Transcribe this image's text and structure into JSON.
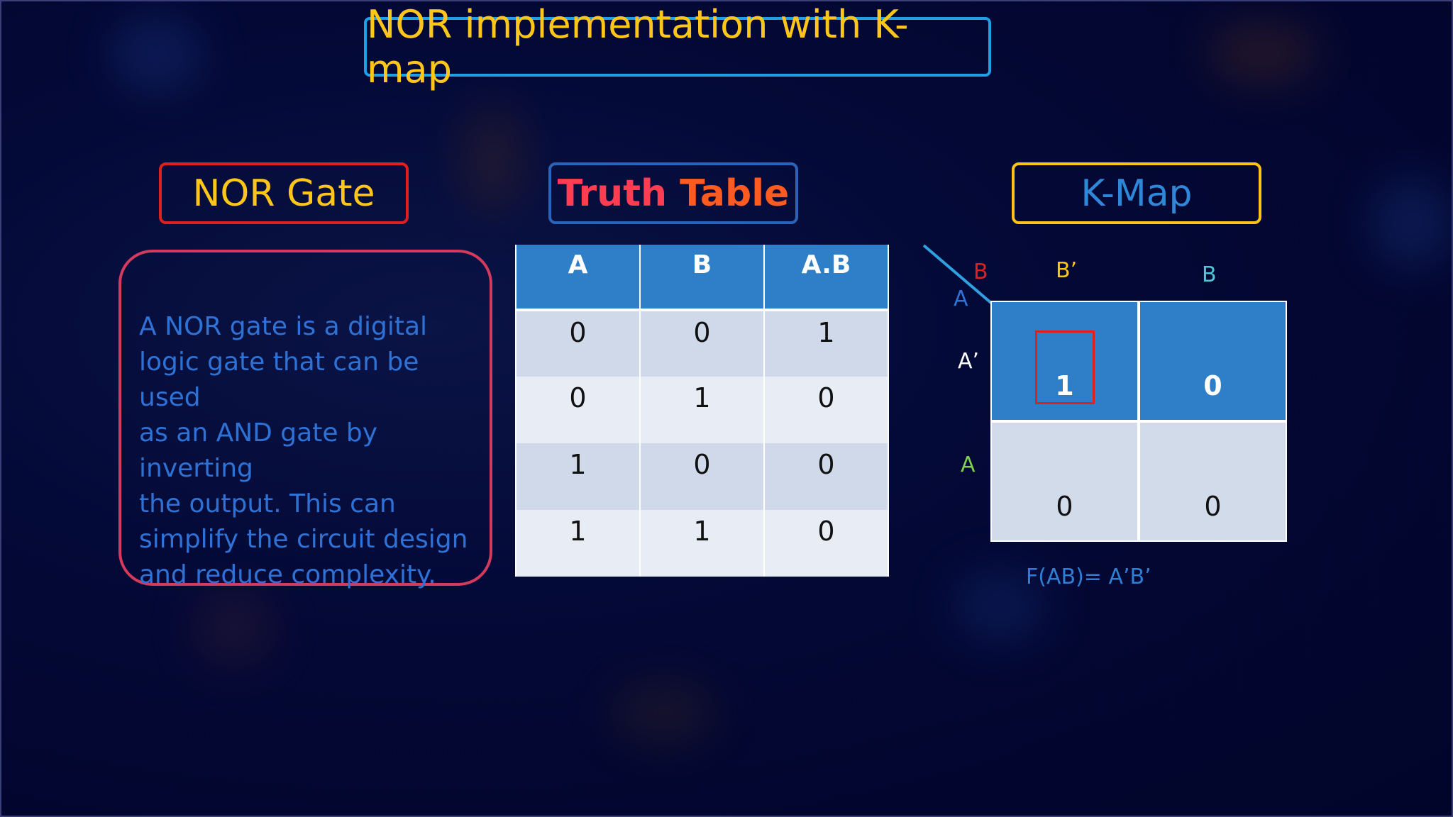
{
  "title": "NOR implementation with K-map",
  "nor_gate": {
    "heading": "NOR Gate",
    "description": " A NOR gate is a digital\nlogic gate that can be used\nas an AND gate by inverting\nthe output. This can\nsimplify the circuit design\nand reduce complexity."
  },
  "truth_table": {
    "heading_word1": "Truth",
    "heading_word2": "Table",
    "headers": [
      "A",
      "B",
      "A.B"
    ],
    "rows": [
      [
        "0",
        "0",
        "1"
      ],
      [
        "0",
        "1",
        "0"
      ],
      [
        "1",
        "0",
        "0"
      ],
      [
        "1",
        "1",
        "0"
      ]
    ]
  },
  "kmap": {
    "heading": "K-Map",
    "corner_col_var": "B",
    "corner_row_var": "A",
    "col_labels": [
      "B’",
      "B"
    ],
    "row_labels": [
      "A’",
      "A"
    ],
    "cells": [
      [
        "1",
        "0"
      ],
      [
        "0",
        "0"
      ]
    ],
    "formula": "F(AB)= A’B’"
  },
  "colors": {
    "title": "#ffc61a",
    "table_header": "#2e7fc8",
    "group_box": "#e0201c"
  }
}
